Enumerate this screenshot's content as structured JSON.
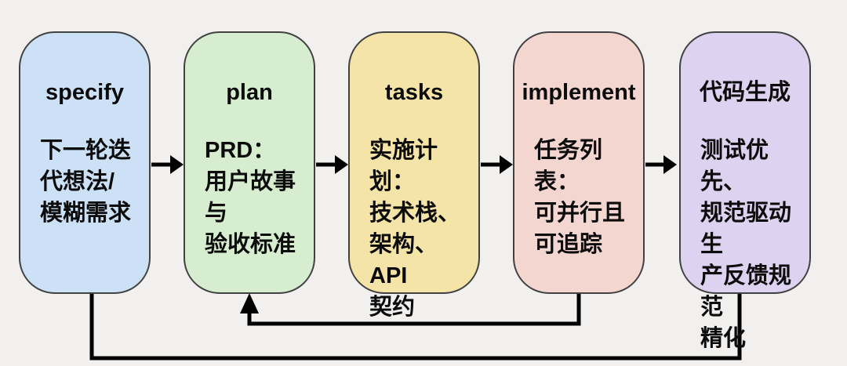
{
  "diagram": {
    "kind": "flowchart",
    "nodes": [
      {
        "id": "specify",
        "title": "specify",
        "body": "下一轮迭\n代想法/\n模糊需求",
        "fill": "#cde1f6"
      },
      {
        "id": "plan",
        "title": "plan",
        "body": "PRD：\n用户故事与\n验收标准",
        "fill": "#d6edd0"
      },
      {
        "id": "tasks",
        "title": "tasks",
        "body": "实施计划：\n技术栈、\n架构、API\n契约",
        "fill": "#f5e4a8"
      },
      {
        "id": "implement",
        "title": "implement",
        "body": "任务列表：\n可并行且\n可追踪",
        "fill": "#f4d6d1"
      },
      {
        "id": "code-generation",
        "title": "代码生成",
        "body": "测试优先、\n规范驱动生\n产反馈规范\n精化",
        "fill": "#ddd2ef"
      }
    ],
    "edges": [
      {
        "from": "specify",
        "to": "plan",
        "type": "forward"
      },
      {
        "from": "plan",
        "to": "tasks",
        "type": "forward"
      },
      {
        "from": "tasks",
        "to": "implement",
        "type": "forward"
      },
      {
        "from": "implement",
        "to": "code-generation",
        "type": "forward"
      },
      {
        "from": "implement",
        "to": "plan",
        "type": "feedback"
      },
      {
        "from": "code-generation",
        "to": "specify",
        "type": "feedback-loop"
      }
    ],
    "colors": {
      "background": "#f1f0ee",
      "node_border": "#414141",
      "edge": "#000000",
      "text": "#0c0c0c"
    }
  }
}
